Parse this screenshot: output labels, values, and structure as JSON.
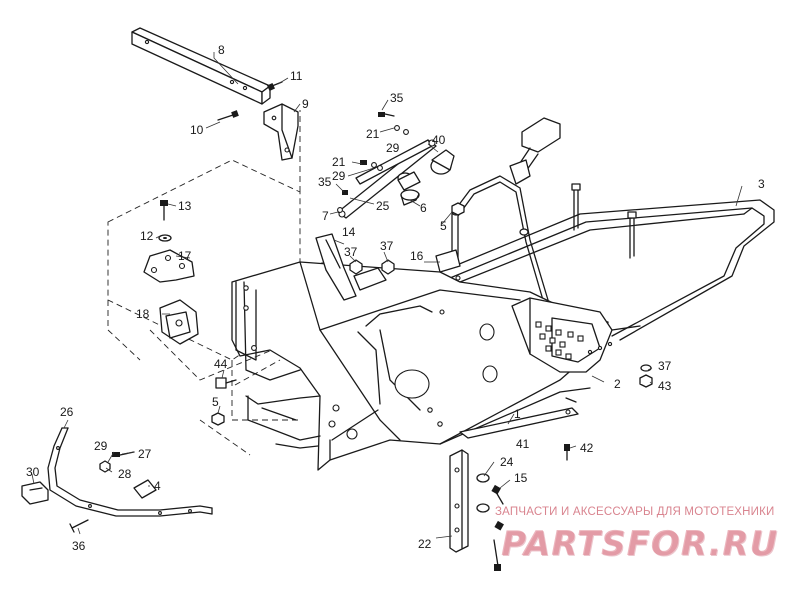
{
  "callouts": [
    {
      "id": "8",
      "label": "8"
    },
    {
      "id": "11",
      "label": "11"
    },
    {
      "id": "9",
      "label": "9"
    },
    {
      "id": "10",
      "label": "10"
    },
    {
      "id": "35a",
      "label": "35"
    },
    {
      "id": "21a",
      "label": "21"
    },
    {
      "id": "29a",
      "label": "29"
    },
    {
      "id": "40",
      "label": "40"
    },
    {
      "id": "21b",
      "label": "21"
    },
    {
      "id": "29b",
      "label": "29"
    },
    {
      "id": "35b",
      "label": "35"
    },
    {
      "id": "7",
      "label": "7"
    },
    {
      "id": "25",
      "label": "25"
    },
    {
      "id": "6",
      "label": "6"
    },
    {
      "id": "5a",
      "label": "5"
    },
    {
      "id": "3",
      "label": "3"
    },
    {
      "id": "13",
      "label": "13"
    },
    {
      "id": "12",
      "label": "12"
    },
    {
      "id": "17",
      "label": "17"
    },
    {
      "id": "18",
      "label": "18"
    },
    {
      "id": "14",
      "label": "14"
    },
    {
      "id": "37a",
      "label": "37"
    },
    {
      "id": "37b",
      "label": "37"
    },
    {
      "id": "16",
      "label": "16"
    },
    {
      "id": "44",
      "label": "44"
    },
    {
      "id": "5b",
      "label": "5"
    },
    {
      "id": "37c",
      "label": "37"
    },
    {
      "id": "43",
      "label": "43"
    },
    {
      "id": "2",
      "label": "2"
    },
    {
      "id": "1",
      "label": "1"
    },
    {
      "id": "41",
      "label": "41"
    },
    {
      "id": "42",
      "label": "42"
    },
    {
      "id": "26",
      "label": "26"
    },
    {
      "id": "29c",
      "label": "29"
    },
    {
      "id": "27",
      "label": "27"
    },
    {
      "id": "28",
      "label": "28"
    },
    {
      "id": "30",
      "label": "30"
    },
    {
      "id": "4",
      "label": "4"
    },
    {
      "id": "36",
      "label": "36"
    },
    {
      "id": "24",
      "label": "24"
    },
    {
      "id": "15",
      "label": "15"
    },
    {
      "id": "22",
      "label": "22"
    }
  ],
  "watermark": {
    "tagline": "ЗАПЧАСТИ И АКСЕССУАРЫ ДЛЯ МОТОТЕХНИКИ",
    "logo": "PARTSFOR.RU"
  }
}
